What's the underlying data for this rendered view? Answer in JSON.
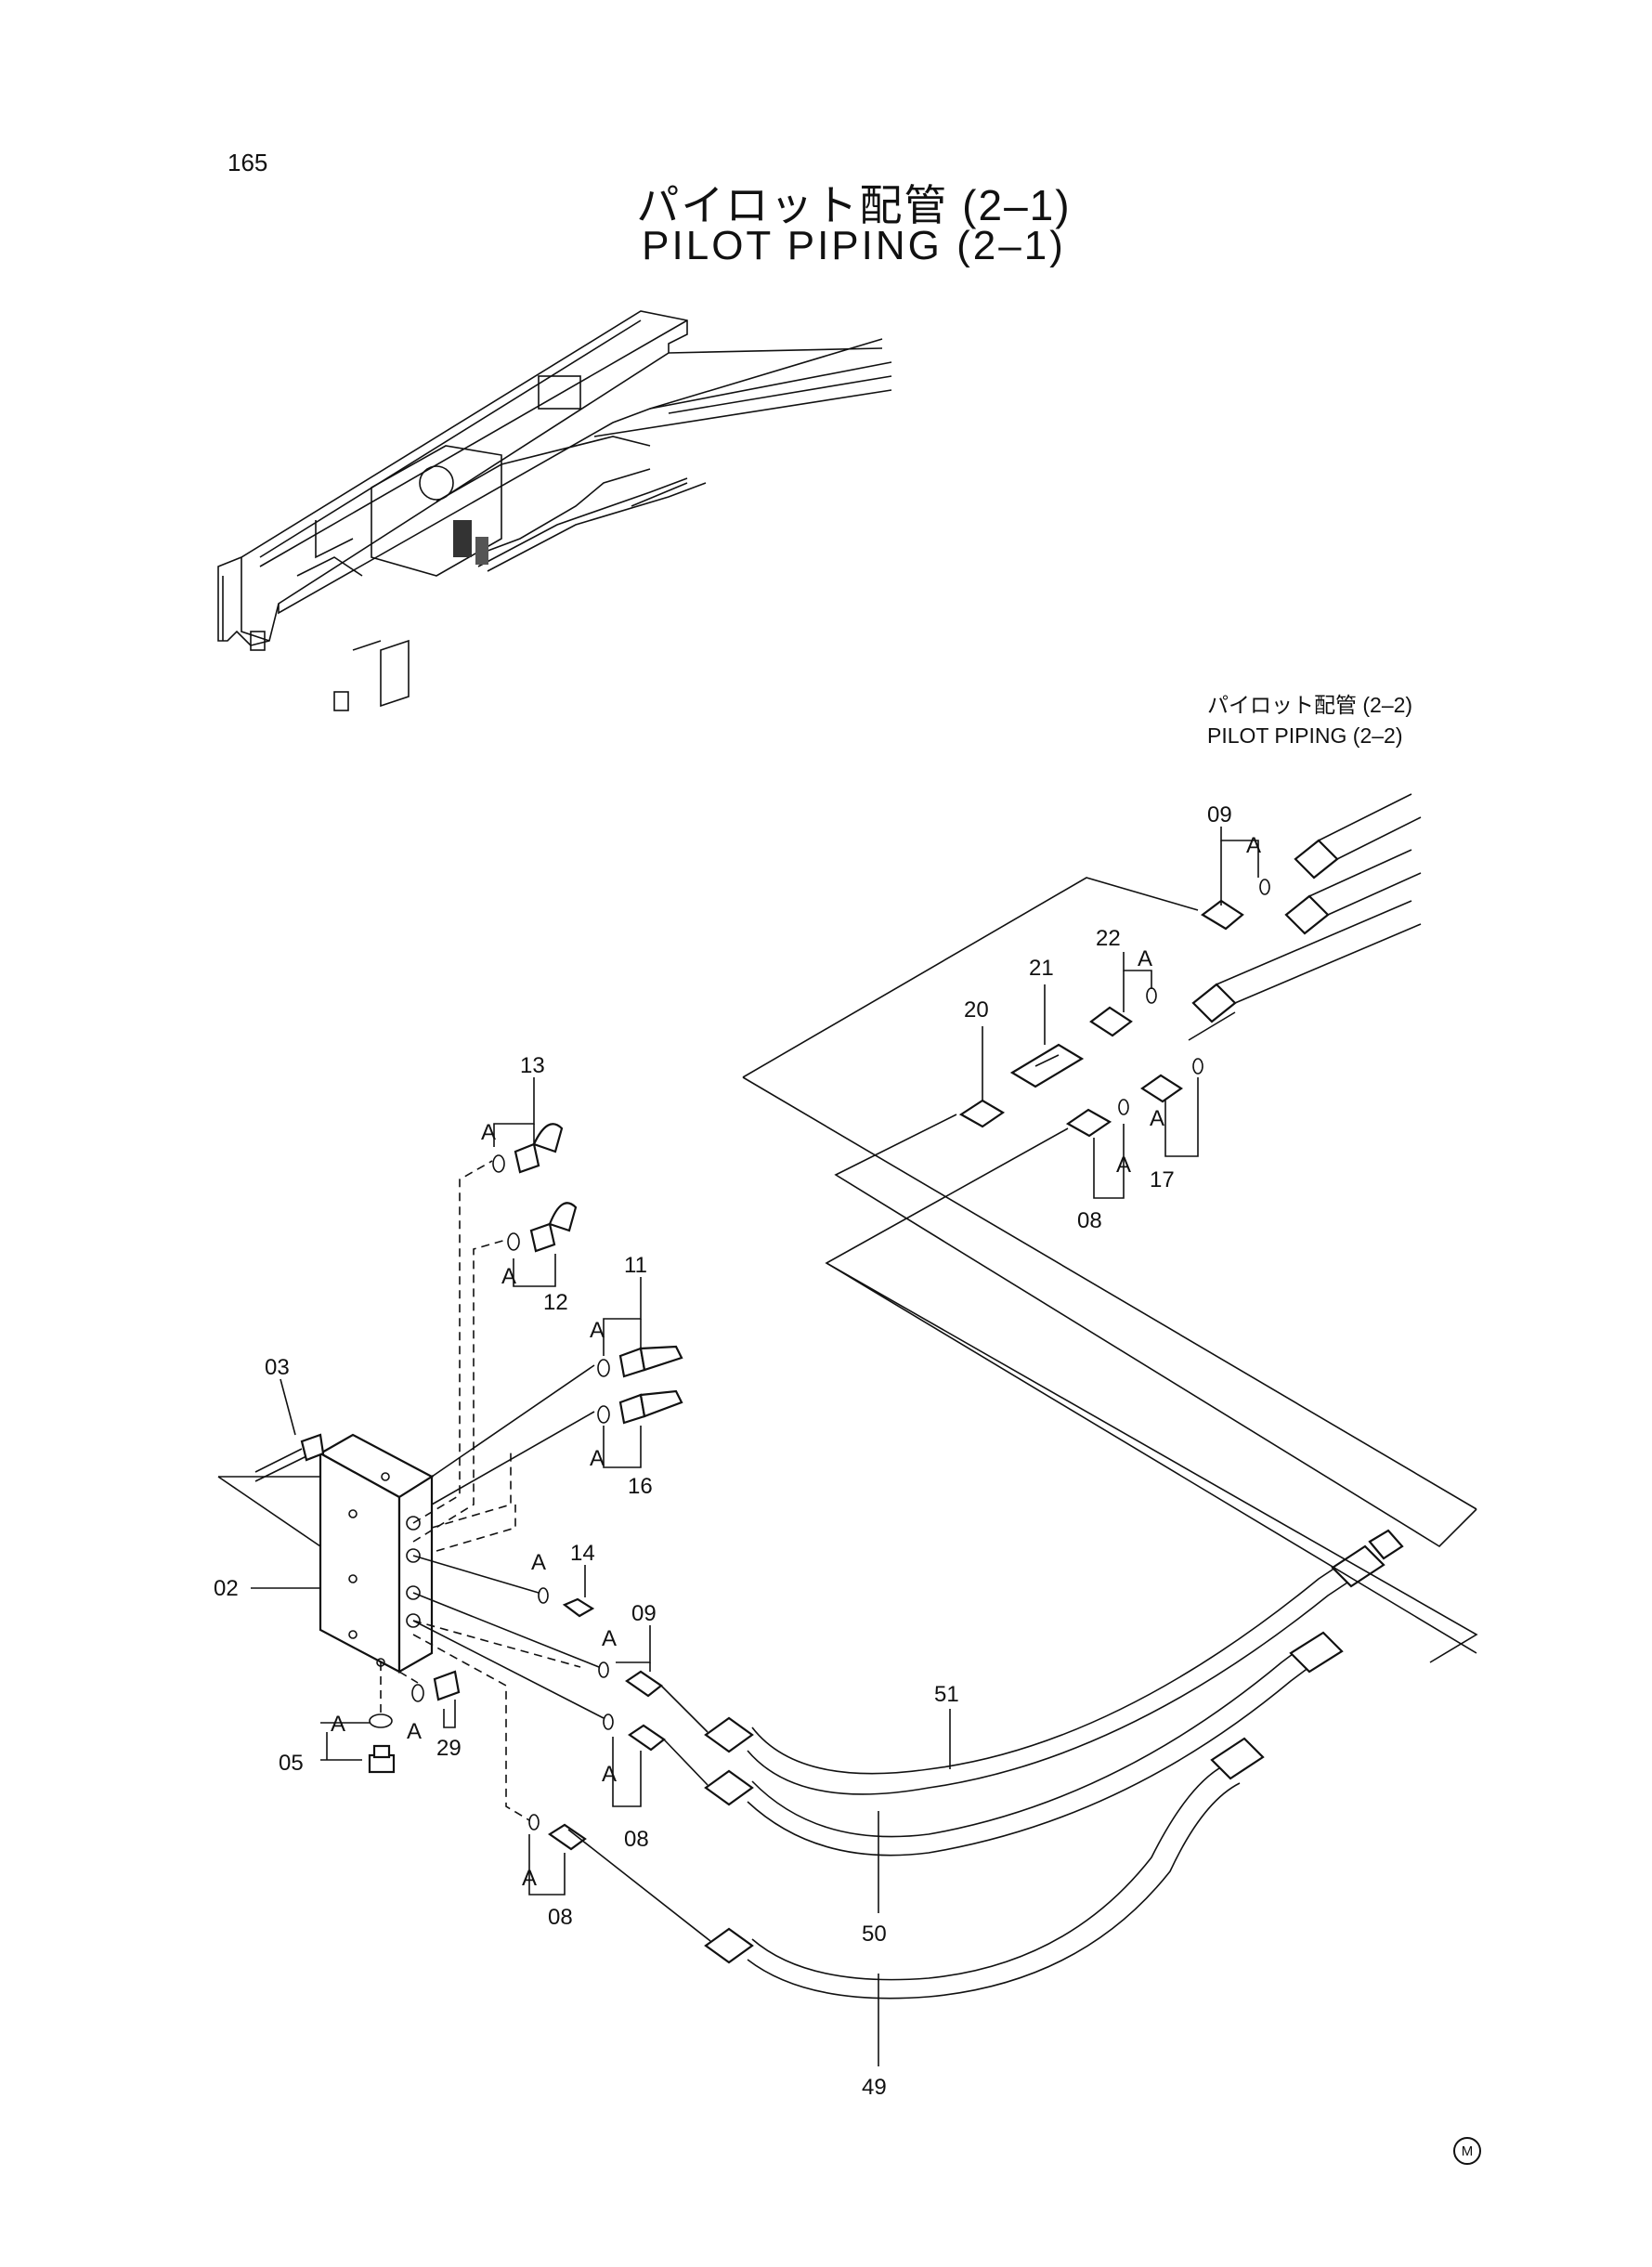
{
  "page_number": "165",
  "title": {
    "jp": "パイロット配管 (2–1)",
    "en": "PILOT PIPING (2–1)"
  },
  "reference": {
    "jp": "パイロット配管 (2–2)",
    "en": "PILOT PIPING (2–2)"
  },
  "mark": "M",
  "callouts": {
    "p02": "02",
    "p03": "03",
    "p05": "05",
    "p08a": "08",
    "p08b": "08",
    "p08c": "08",
    "p09a": "09",
    "p09b": "09",
    "p11": "11",
    "p12": "12",
    "p13": "13",
    "p14": "14",
    "p16": "16",
    "p17": "17",
    "p20": "20",
    "p21": "21",
    "p22": "22",
    "p29": "29",
    "p49": "49",
    "p50": "50",
    "p51": "51"
  },
  "oring_label": "A"
}
